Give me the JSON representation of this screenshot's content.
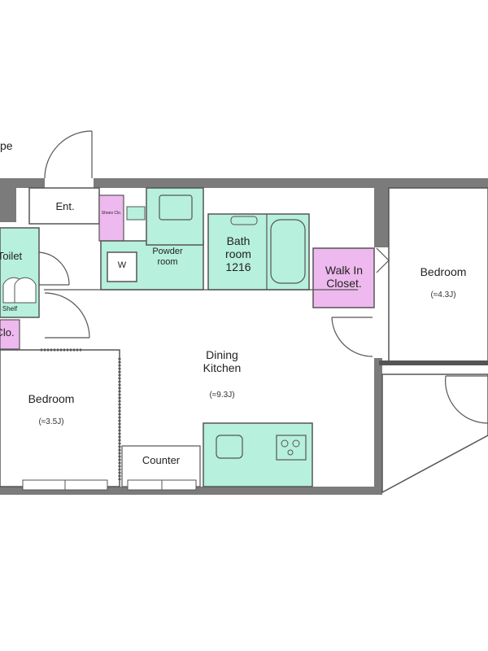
{
  "plan": {
    "partial_label": "pe",
    "entrance": "Ent.",
    "shoes_closet": "Shoes Clo.",
    "toilet": "Toilet",
    "shelf": "Shelf",
    "closet_left": "Clo.",
    "washer": "W",
    "powder_room": "Powder room",
    "bathroom": "Bath room 1216",
    "walk_in_closet": "Walk In Closet.",
    "bedroom_right": {
      "name": "Bedroom",
      "area": "(≈4.3J)"
    },
    "dining_kitchen": {
      "name": "Dining Kitchen",
      "area": "(≈9.3J)"
    },
    "bedroom_left": {
      "name": "Bedroom",
      "area": "(≈3.5J)"
    },
    "counter": "Counter"
  },
  "colors": {
    "wall": "#7b7b7b",
    "wet_area": "#b7f0dc",
    "closet": "#eeb9ee",
    "line": "#555555",
    "background": "#ffffff"
  }
}
